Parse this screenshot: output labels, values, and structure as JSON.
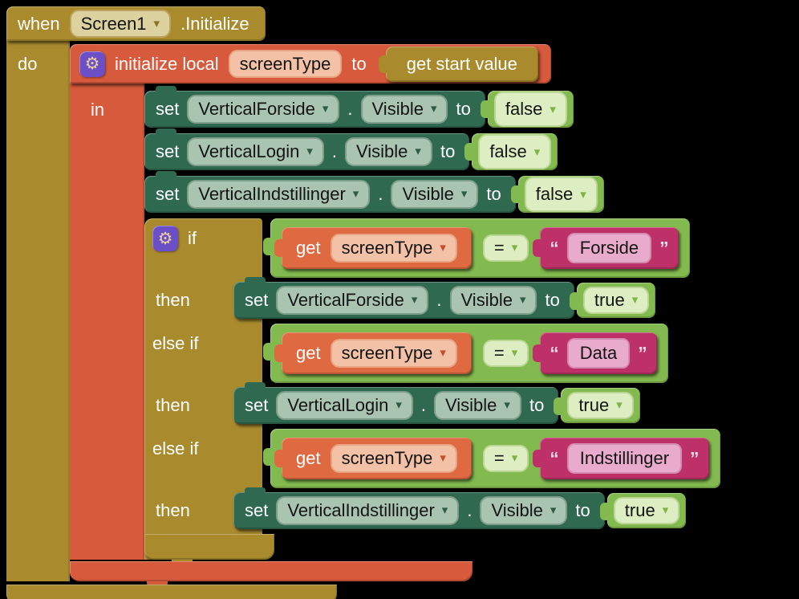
{
  "colors": {
    "canvas_bg": "#000000",
    "event_gold": "#a98b2e",
    "variable_orange": "#d65a3b",
    "getter_orange": "#df6a41",
    "component_green": "#2f6a50",
    "logic_green": "#83ba4f",
    "text_magenta": "#be3168",
    "mutator_purple": "#6a4fc6"
  },
  "icons": {
    "mutator_gear": "⚙",
    "dropdown_arrow": "▾"
  },
  "labels": {
    "when": "when",
    "do": "do",
    "in": "in",
    "set": "set",
    "dot": ".",
    "to": "to",
    "get": "get",
    "eq": "=",
    "then": "then",
    "if": "if",
    "else_if": "else if",
    "quote_open": "“",
    "quote_close": "”"
  },
  "when_block": {
    "component": "Screen1",
    "event": ".Initialize"
  },
  "init_block": {
    "label": "initialize local",
    "var_name": "screenType",
    "value": "get start value"
  },
  "set_rows": [
    {
      "component": "VerticalForside",
      "property": "Visible",
      "value": "false"
    },
    {
      "component": "VerticalLogin",
      "property": "Visible",
      "value": "false"
    },
    {
      "component": "VerticalIndstillinger",
      "property": "Visible",
      "value": "false"
    }
  ],
  "if_block": {
    "branches": [
      {
        "keyword": "if",
        "var": "screenType",
        "op": "=",
        "text": "Forside",
        "component": "VerticalForside",
        "property": "Visible",
        "value": "true"
      },
      {
        "keyword": "else if",
        "var": "screenType",
        "op": "=",
        "text": "Data",
        "component": "VerticalLogin",
        "property": "Visible",
        "value": "true"
      },
      {
        "keyword": "else if",
        "var": "screenType",
        "op": "=",
        "text": "Indstillinger",
        "component": "VerticalIndstillinger",
        "property": "Visible",
        "value": "true"
      }
    ]
  }
}
